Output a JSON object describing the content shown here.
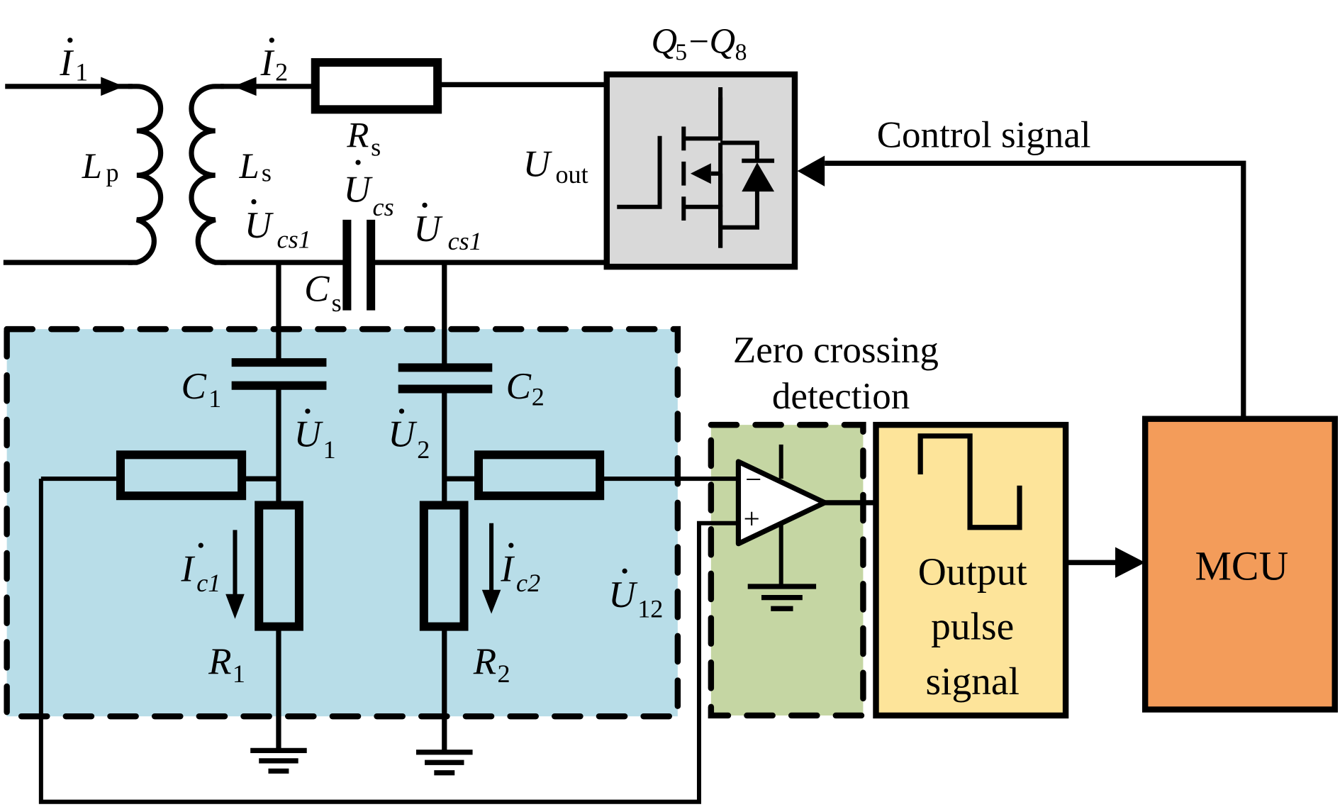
{
  "diagram": {
    "title": "Zero-crossing detection control circuit",
    "colors": {
      "sensing_region": "#b8dde8",
      "zcd_region": "#c5d6a3",
      "pulse_block": "#fde49a",
      "mcu_block": "#f39c5a",
      "switch_block": "#d9d9d9",
      "wire": "#000000"
    },
    "labels": {
      "I1": {
        "main": "I",
        "sub": "1"
      },
      "I2": {
        "main": "I",
        "sub": "2"
      },
      "Lp": {
        "main": "L",
        "sub": "p"
      },
      "Ls": {
        "main": "L",
        "sub": "s"
      },
      "Rs": {
        "main": "R",
        "sub": "s"
      },
      "Ucs": {
        "main": "U",
        "sub": "cs"
      },
      "Ucs1_left": {
        "main": "U",
        "sub": "cs1"
      },
      "Ucs1_right": {
        "main": "U",
        "sub": "cs1"
      },
      "Cs": {
        "main": "C",
        "sub": "s"
      },
      "Uout": {
        "main": "U",
        "sub": "out"
      },
      "Q": {
        "a": "Q",
        "a_sub": "5",
        "dash": "−",
        "b": "Q",
        "b_sub": "8"
      },
      "C1": {
        "main": "C",
        "sub": "1"
      },
      "C2": {
        "main": "C",
        "sub": "2"
      },
      "U1": {
        "main": "U",
        "sub": "1"
      },
      "U2": {
        "main": "U",
        "sub": "2"
      },
      "Ic1": {
        "main": "I",
        "sub": "c1"
      },
      "Ic2": {
        "main": "I",
        "sub": "c2"
      },
      "R1": {
        "main": "R",
        "sub": "1"
      },
      "R2": {
        "main": "R",
        "sub": "2"
      },
      "U12": {
        "main": "U",
        "sub": "12"
      },
      "control_signal": "Control signal",
      "zcd_line1": "Zero crossing",
      "zcd_line2": "detection",
      "opamp_minus": "−",
      "opamp_plus": "+",
      "pulse_line1": "Output",
      "pulse_line2": "pulse",
      "pulse_line3": "signal",
      "mcu": "MCU"
    }
  }
}
